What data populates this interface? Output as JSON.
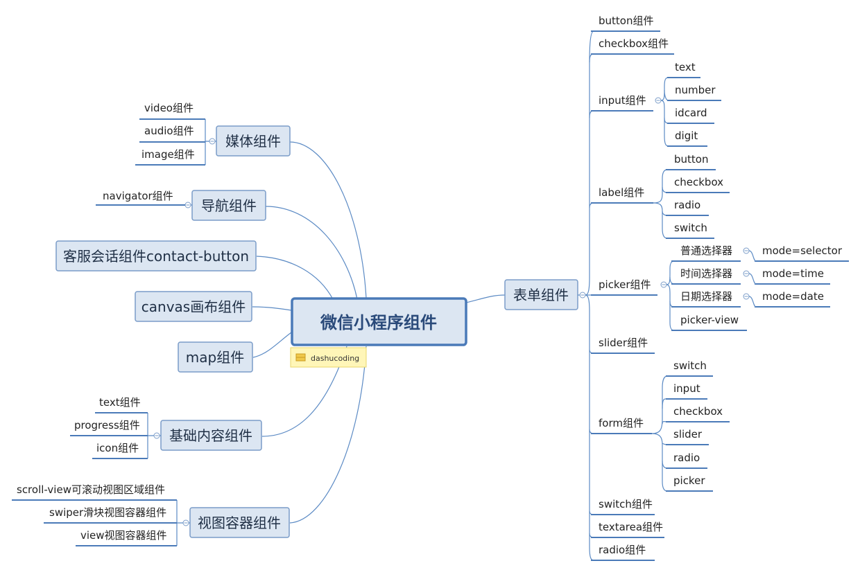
{
  "root": {
    "label": "微信小程序组件",
    "tag": "dashucoding"
  },
  "left": {
    "media": {
      "label": "媒体组件",
      "children": [
        "video组件",
        "audio组件",
        "image组件"
      ]
    },
    "nav": {
      "label": "导航组件",
      "children": [
        "navigator组件"
      ]
    },
    "contact": {
      "label": "客服会话组件contact-button"
    },
    "canvas": {
      "label": "canvas画布组件"
    },
    "map": {
      "label": "map组件"
    },
    "basic": {
      "label": "基础内容组件",
      "children": [
        "text组件",
        "progress组件",
        "icon组件"
      ]
    },
    "view": {
      "label": "视图容器组件",
      "children": [
        "scroll-view可滚动视图区域组件",
        "swiper滑块视图容器组件",
        "view视图容器组件"
      ]
    }
  },
  "right": {
    "form_group": {
      "label": "表单组件",
      "button": "button组件",
      "checkbox": "checkbox组件",
      "input": {
        "label": "input组件",
        "children": [
          "text",
          "number",
          "idcard",
          "digit"
        ]
      },
      "labelc": {
        "label": "label组件",
        "children": [
          "button",
          "checkbox",
          "radio",
          "switch"
        ]
      },
      "picker": {
        "label": "picker组件",
        "children": [
          {
            "label": "普通选择器",
            "mode": "mode=selector"
          },
          {
            "label": "时间选择器",
            "mode": "mode=time"
          },
          {
            "label": "日期选择器",
            "mode": "mode=date"
          },
          {
            "label": "picker-view"
          }
        ]
      },
      "slider": "slider组件",
      "form": {
        "label": "form组件",
        "children": [
          "switch",
          "input",
          "checkbox",
          "slider",
          "radio",
          "picker"
        ]
      },
      "switch": "switch组件",
      "textarea": "textarea组件",
      "radio": "radio组件"
    }
  }
}
